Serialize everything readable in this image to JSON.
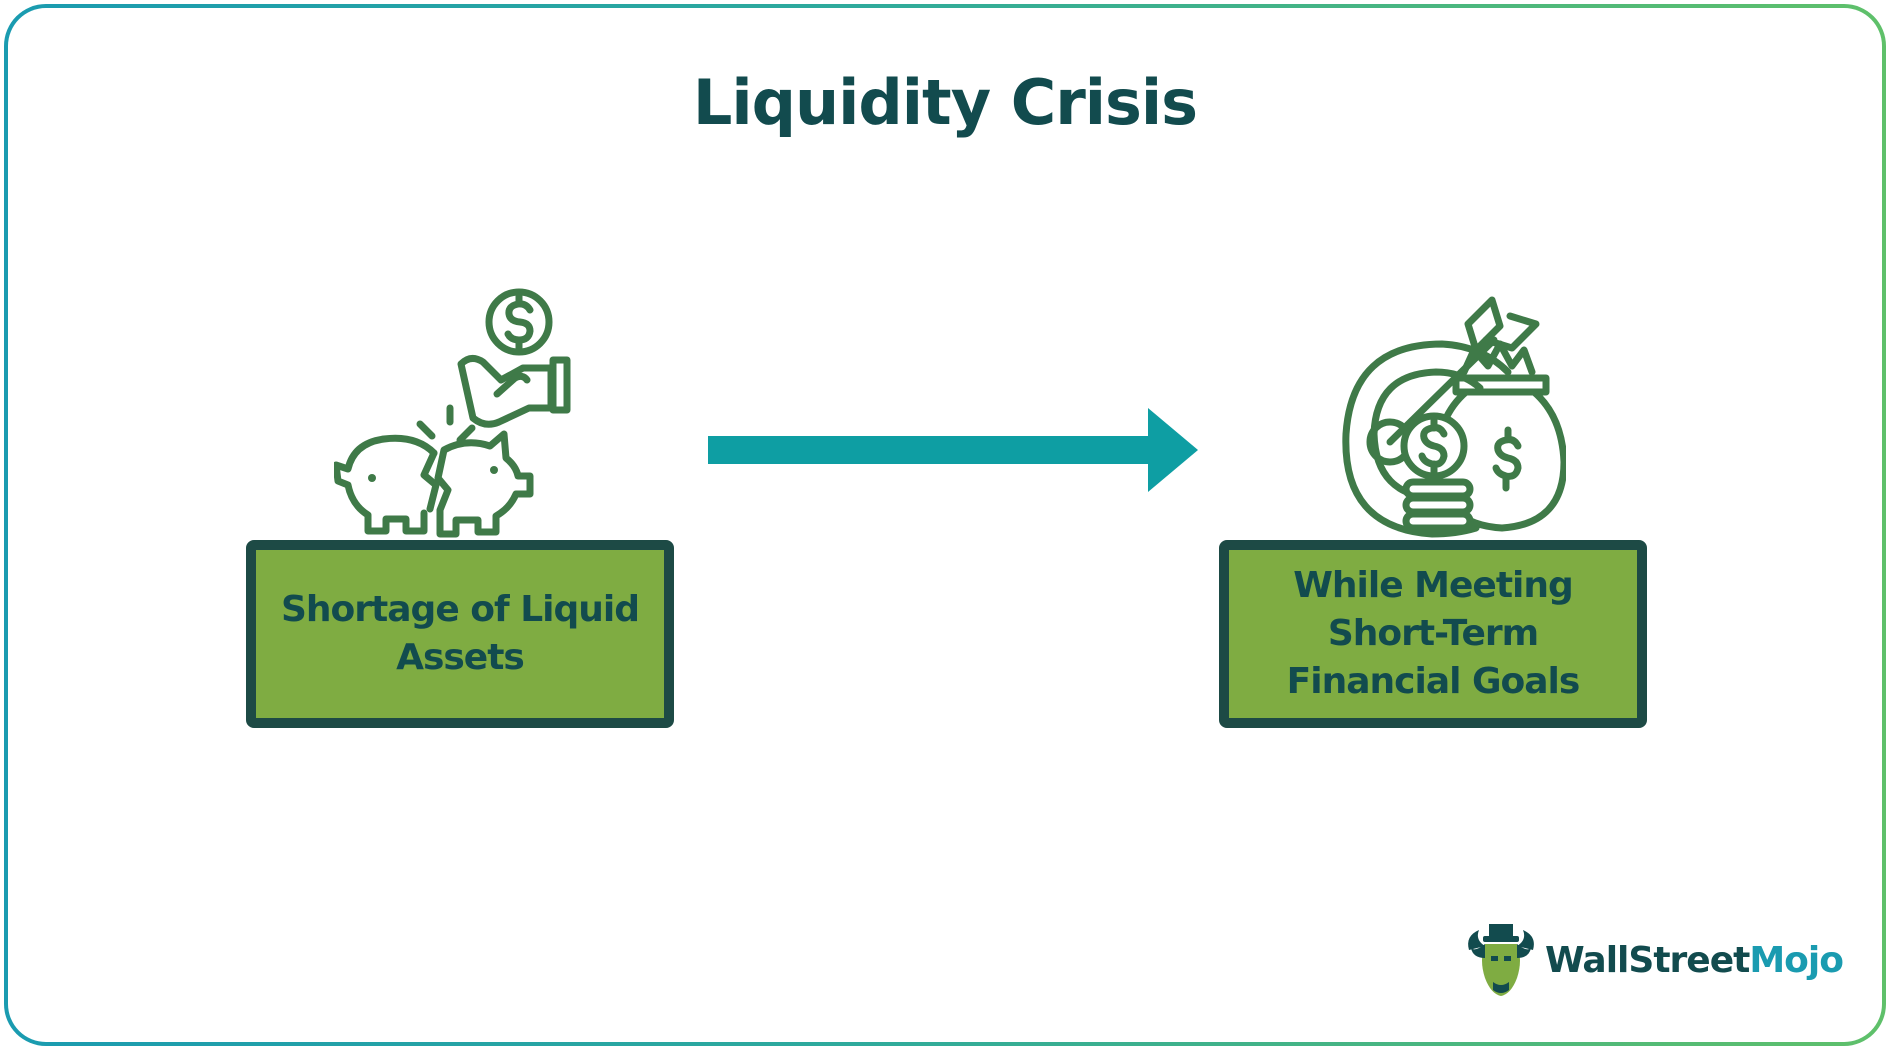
{
  "title": "Liquidity Crisis",
  "colors": {
    "title": "#124b4e",
    "box_fill": "#7fac42",
    "box_border": "#1d4a45",
    "icon_stroke": "#3f7a48",
    "arrow": "#0e9ea3",
    "frame_start": "#1a9bb0",
    "frame_end": "#5fc06a"
  },
  "left": {
    "icon": "broken-piggy-bank-hand-coin-icon",
    "lines": [
      "Shortage of Liquid",
      "Assets"
    ]
  },
  "right": {
    "icon": "target-arrow-money-bag-coins-icon",
    "lines": [
      "While Meeting",
      "Short-Term",
      "Financial Goals"
    ]
  },
  "connector": {
    "icon": "arrow-right-icon"
  },
  "logo": {
    "icon": "bull-mascot-icon",
    "text_part1": "WallStreet",
    "text_part2": "Mojo"
  }
}
